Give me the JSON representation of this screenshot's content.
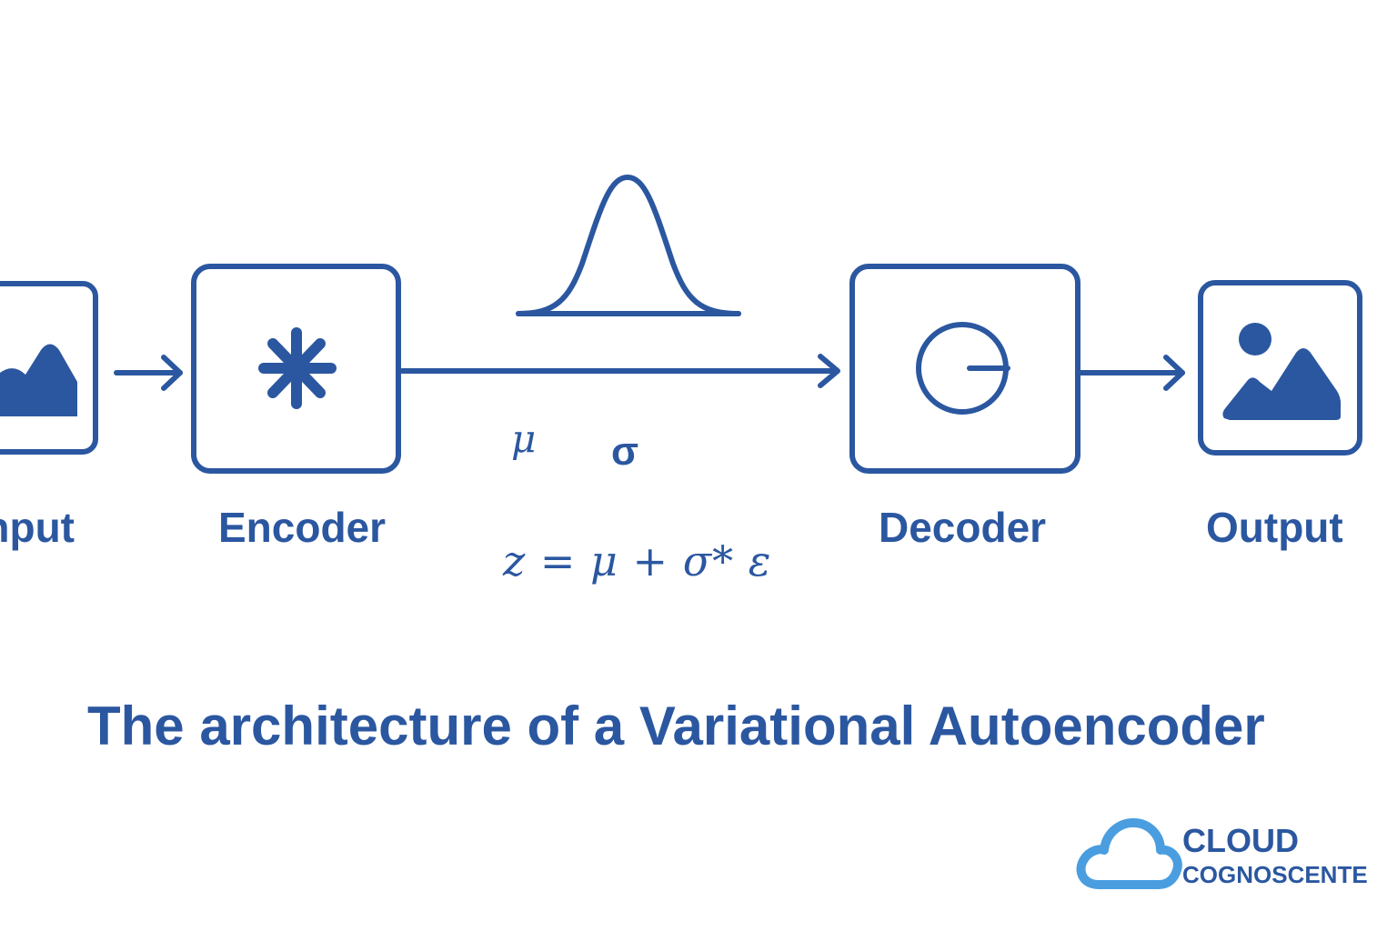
{
  "colors": {
    "primary": "#2b57a0",
    "logo_cloud": "#4a9ee0",
    "background": "#ffffff"
  },
  "nodes": {
    "input": {
      "label": "Input",
      "icon": "image-icon"
    },
    "encoder": {
      "label": "Encoder",
      "icon": "asterisk-icon"
    },
    "decoder": {
      "label": "Decoder",
      "icon": "circle-gauge-icon"
    },
    "output": {
      "label": "Output",
      "icon": "image-icon"
    }
  },
  "latent": {
    "distribution_icon": "gaussian-curve-icon",
    "mu": "μ",
    "sigma": "σ",
    "formula": "z = μ + σ* ε"
  },
  "caption": "The architecture of a Variational Autoencoder",
  "logo": {
    "icon": "cloud-icon",
    "line1": "CLOUD",
    "line2": "COGNOSCENTE"
  }
}
